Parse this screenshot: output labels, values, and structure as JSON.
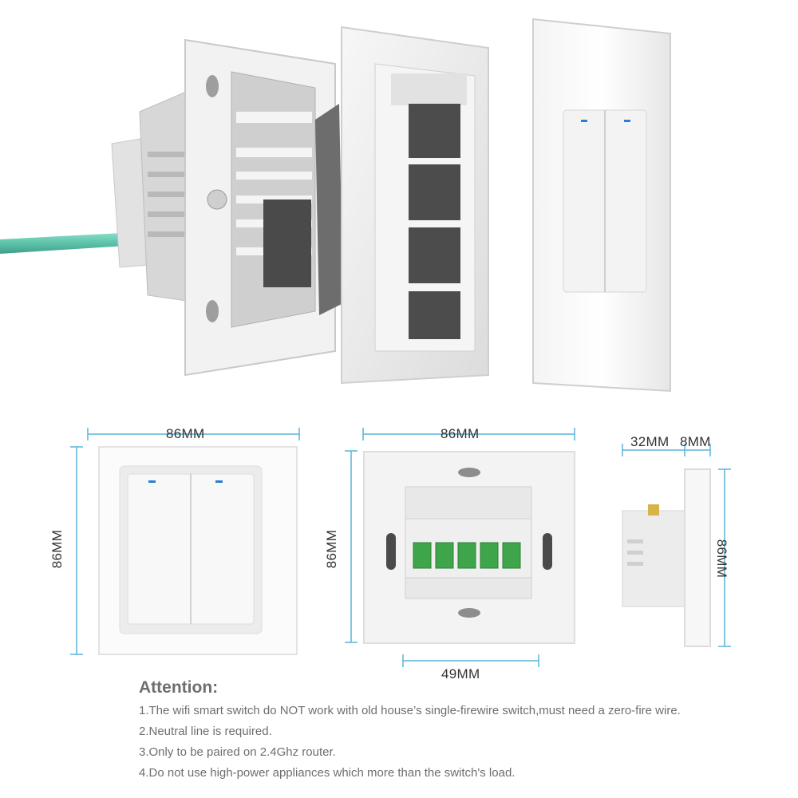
{
  "dimensions": {
    "front_width": "86MM",
    "front_height": "86MM",
    "back_width": "86MM",
    "back_height": "86MM",
    "back_inner_width": "49MM",
    "side_depth_body": "32MM",
    "side_depth_panel": "8MM",
    "side_height": "86MM"
  },
  "attention": {
    "title": "Attention:",
    "items": [
      "1.The wifi smart switch do NOT work with old house’s single-firewire switch,must need a zero-fire wire.",
      "2.Neutral line is required.",
      "3.Only to be paired on 2.4Ghz router.",
      "4.Do not use high-power appliances which more than the switch's load."
    ]
  },
  "colors": {
    "dimension_line": "#5ab4d9",
    "indicator_led": "#2a7fd4",
    "terminal_green": "#3fa54a",
    "wire_teal": "#6ccfb8"
  }
}
